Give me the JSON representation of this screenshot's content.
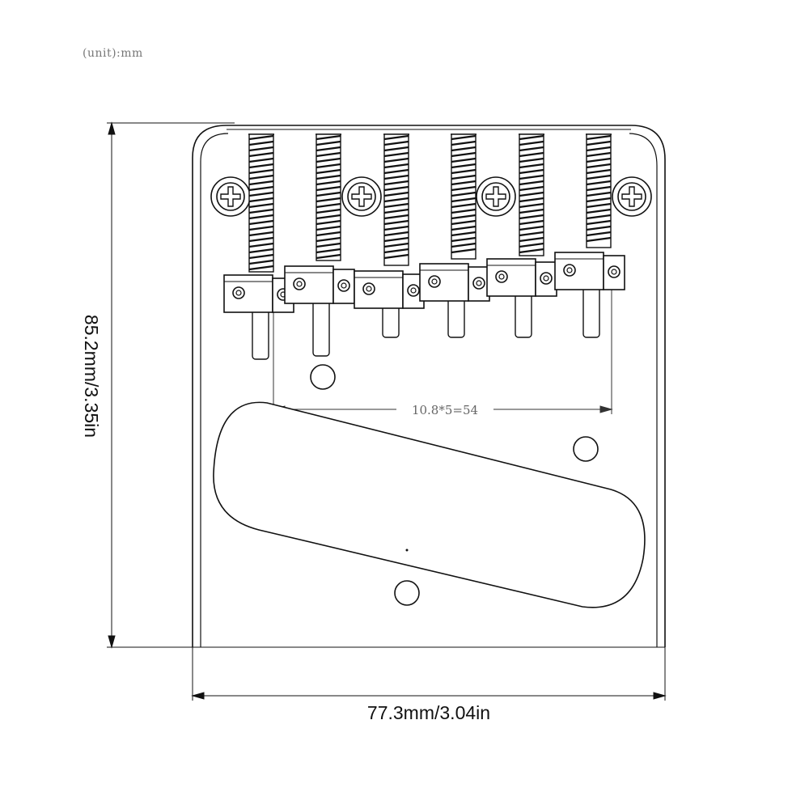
{
  "unit_note": "(unit):mm",
  "dimensions": {
    "width_label": "77.3mm/3.04in",
    "height_label": "85.2mm/3.35in",
    "string_spacing_label": "10.8*5=54"
  },
  "parts": {
    "saddle_count": 6,
    "mounting_screw_count": 4
  }
}
